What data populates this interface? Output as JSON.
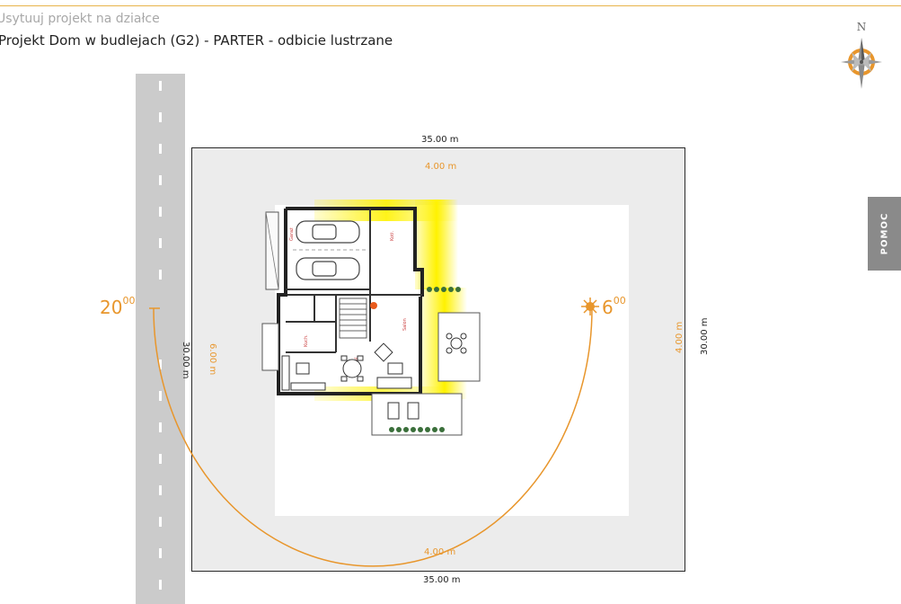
{
  "header": {
    "subtitle": "Usytuuj projekt na działce",
    "title": "Projekt Dom w budlejach (G2) - PARTER - odbicie lustrzane"
  },
  "compass": {
    "label": "N"
  },
  "help_tab": {
    "label": "POMOC"
  },
  "plot": {
    "width_top": "35.00 m",
    "width_bottom": "35.00 m",
    "height_left": "30.00 m",
    "height_right": "30.00 m"
  },
  "setbacks": {
    "top": "4.00 m",
    "bottom": "4.00 m",
    "left": "6.00 m",
    "right": "4.00 m"
  },
  "sun": {
    "sunset_hour": "20",
    "sunset_min": "00",
    "sunrise_hour": "6",
    "sunrise_min": "00"
  },
  "colors": {
    "accent": "#e8962c",
    "road": "#cbcbcb",
    "plot": "#ececec",
    "help_tab": "#8a8a8a"
  }
}
